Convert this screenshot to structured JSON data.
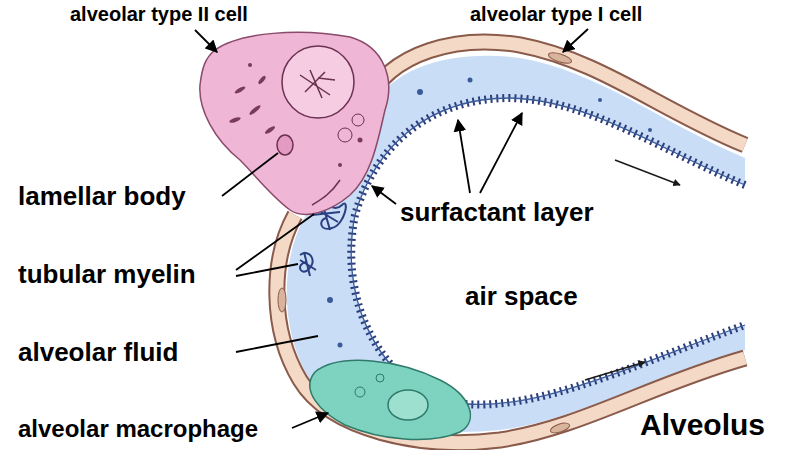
{
  "diagram": {
    "title": "Alveolus",
    "labels": [
      "alveolar type II cell",
      "alveolar type I cell",
      "lamellar body",
      "tubular myelin",
      "surfactant layer",
      "air space",
      "alveolar fluid",
      "alveolar macrophage"
    ]
  }
}
